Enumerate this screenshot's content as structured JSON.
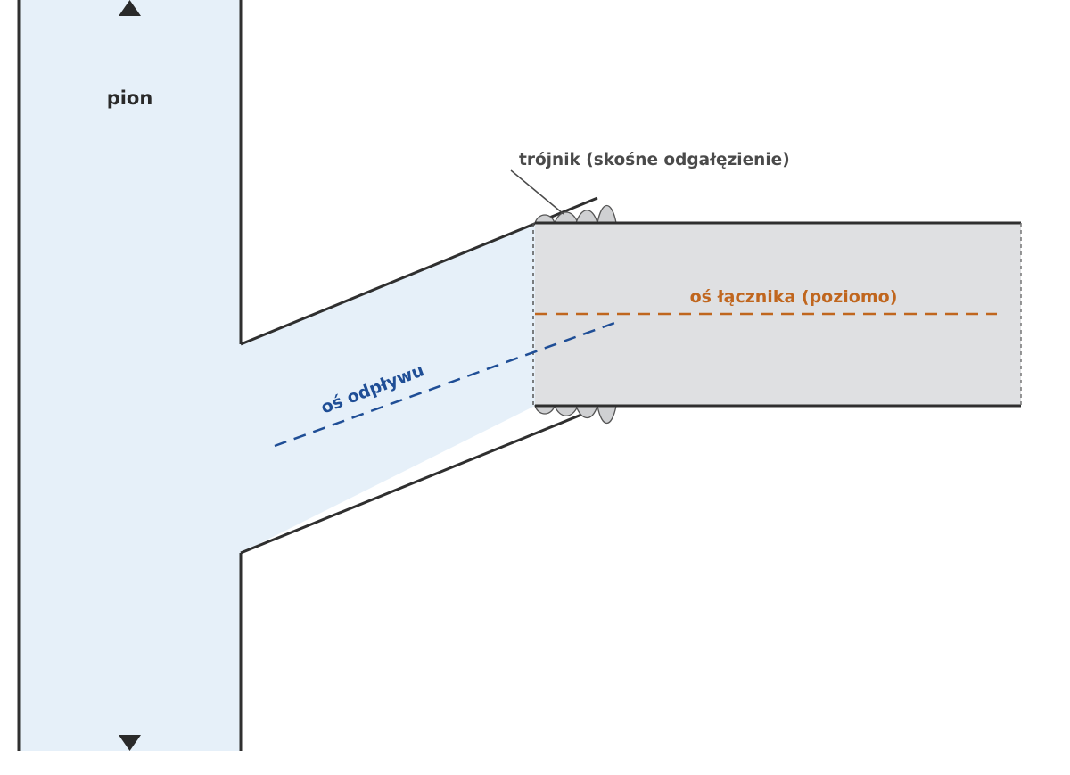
{
  "labels": {
    "riser": "pion",
    "fitting": "trójnik (skośne odgałęzienie)",
    "connector_axis": "oś łącznika (poziomo)",
    "outflow_axis": "oś odpływu"
  },
  "colors": {
    "pipe_fill": "#e6f0f9",
    "pipe_stroke": "#2f2f2f",
    "connector_fill": "#dfe0e2",
    "seal_fill": "#cfd0d2",
    "outflow_axis": "#1f4e96",
    "connector_axis": "#c0661e",
    "fitting_label": "#4a4a4a",
    "riser_label": "#2a2a2a"
  },
  "icons": [
    "arrow-up-icon",
    "arrow-down-icon"
  ]
}
